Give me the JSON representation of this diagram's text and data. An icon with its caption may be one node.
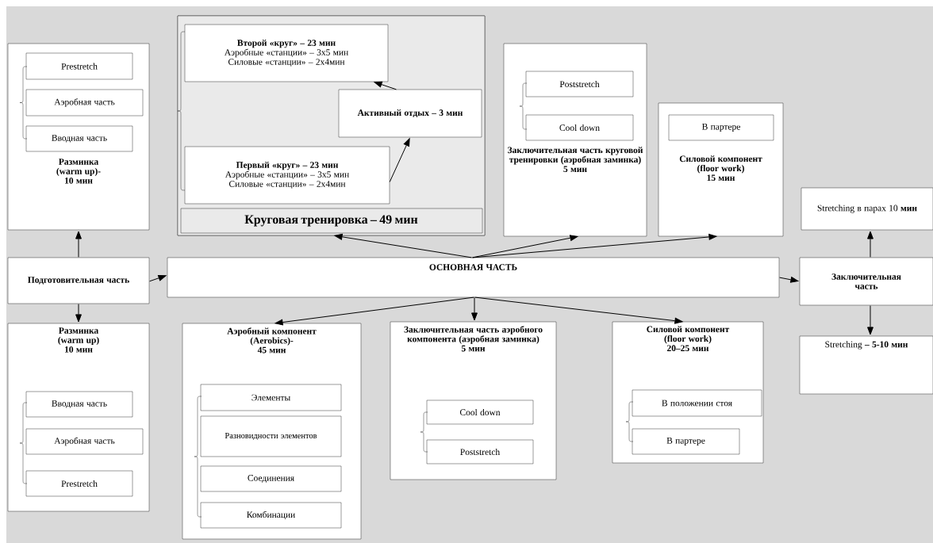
{
  "diagram": {
    "nodes": [
      {
        "text": [
          "Разминка (warm up)-",
          "10 мин"
        ]
      },
      {
        "text": [
          "Prestretch"
        ],
        "in": 0
      },
      {
        "text": [
          "Аэробная часть"
        ],
        "in": 0
      },
      {
        "text": [
          "Вводная часть"
        ],
        "in": 0
      },
      {
        "text": [
          "Круговая тренировка – 49 мин"
        ]
      },
      {
        "text": [
          "Второй «круг» – 23 мин",
          "Аэробные «станции» – 3х5 мин",
          "Силовые «станции» – 2х4мин"
        ],
        "in": 4
      },
      {
        "text": [
          "Активный отдых – 3 мин"
        ],
        "in": 4
      },
      {
        "text": [
          "Первый «круг» – 23 мин",
          "Аэробные «станции» – 3х5 мин",
          "Силовые «станции» – 2х4мин"
        ],
        "in": 4
      },
      {
        "text": [
          "Заключительная часть круговой тренировки (аэробная заминка)",
          "5 мин"
        ]
      },
      {
        "text": [
          "Poststretch"
        ],
        "in": 8
      },
      {
        "text": [
          "Cool down"
        ],
        "in": 8
      },
      {
        "text": [
          "Силовой компонент (floor work)",
          "15 мин"
        ]
      },
      {
        "text": [
          "В партере"
        ],
        "in": 11
      },
      {
        "text": [
          "Stretching в парах 10 **мин**"
        ]
      },
      {
        "text": [
          "Подготовительная часть"
        ]
      },
      {
        "text": [
          "ОСНОВНАЯ ЧАСТЬ"
        ]
      },
      {
        "text": [
          "Заключительная часть"
        ]
      },
      {
        "text": [
          "Разминка (warm up)",
          "10 мин"
        ]
      },
      {
        "text": [
          "Вводная часть"
        ],
        "in": 17
      },
      {
        "text": [
          "Аэробная часть"
        ],
        "in": 17
      },
      {
        "text": [
          "Prestretch"
        ],
        "in": 17
      },
      {
        "text": [
          "Аэробный компонент (Aerobics)-",
          "45 мин"
        ]
      },
      {
        "text": [
          "Элементы"
        ],
        "in": 21
      },
      {
        "text": [
          "Разновидности элементов"
        ],
        "in": 21
      },
      {
        "text": [
          "Соединения"
        ],
        "in": 21
      },
      {
        "text": [
          "Комбинации"
        ],
        "in": 21
      },
      {
        "text": [
          "Заключительная часть аэробного компонента (аэробная заминка)",
          "5 мин"
        ]
      },
      {
        "text": [
          "Cool down"
        ],
        "in": 26
      },
      {
        "text": [
          "Poststretch"
        ],
        "in": 26
      },
      {
        "text": [
          "Силовой компонент (floor work)",
          "20–25 мин"
        ]
      },
      {
        "text": [
          "В положении стоя"
        ],
        "in": 29
      },
      {
        "text": [
          "В партере"
        ],
        "in": 29
      },
      {
        "text": [
          "Stretching **– 5-10 мин**"
        ]
      }
    ],
    "edges": [
      {
        "from": 14,
        "to": 0,
        "arrow": "to"
      },
      {
        "from": 14,
        "to": 17,
        "arrow": "to"
      },
      {
        "from": 14,
        "to": 15,
        "arrow": "to"
      },
      {
        "from": 15,
        "to": 4,
        "arrow": "to"
      },
      {
        "from": 15,
        "to": 8,
        "arrow": "to"
      },
      {
        "from": 15,
        "to": 11,
        "arrow": "to"
      },
      {
        "from": 15,
        "to": 21,
        "arrow": "to"
      },
      {
        "from": 15,
        "to": 26,
        "arrow": "to"
      },
      {
        "from": 15,
        "to": 29,
        "arrow": "to"
      },
      {
        "from": 15,
        "to": 16,
        "arrow": "to"
      },
      {
        "from": 16,
        "to": 13,
        "arrow": "to"
      },
      {
        "from": 16,
        "to": 32,
        "arrow": "to"
      },
      {
        "from": 7,
        "to": 6,
        "arrow": "to"
      },
      {
        "from": 6,
        "to": 5,
        "arrow": "to"
      }
    ]
  }
}
